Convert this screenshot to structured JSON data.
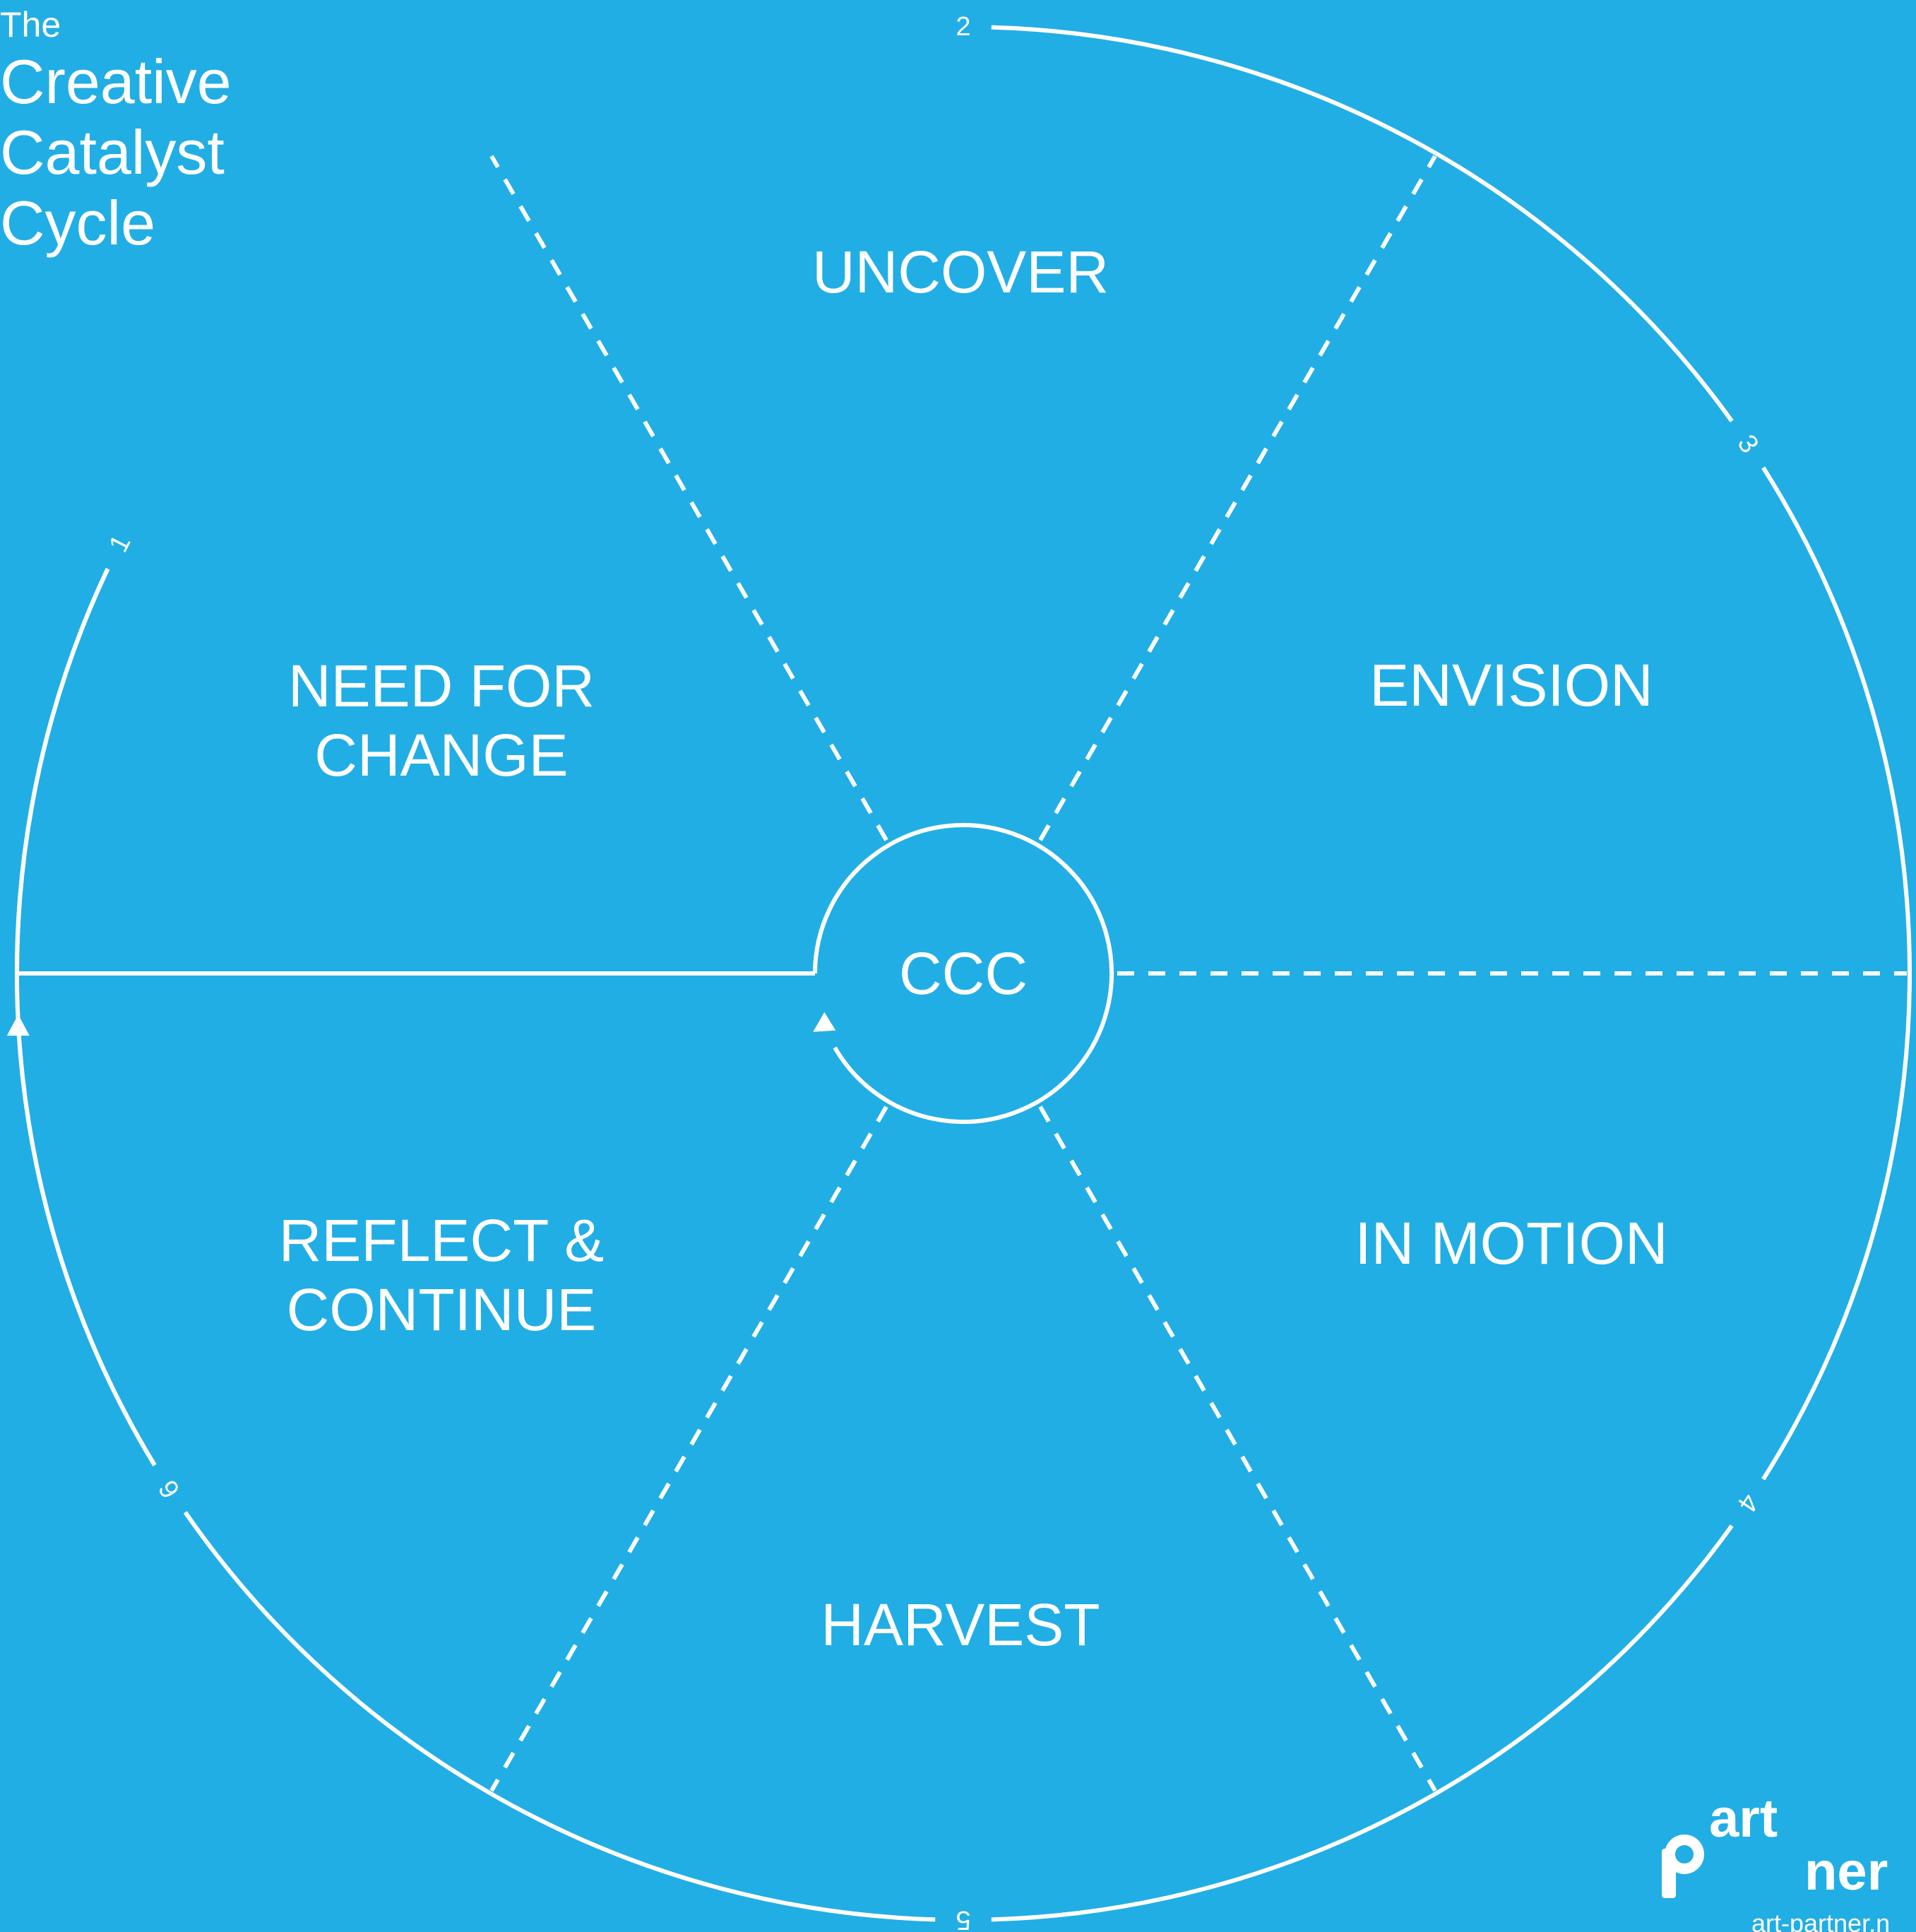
{
  "colors": {
    "background": "#21aee4",
    "foreground": "#ffffff"
  },
  "title": {
    "small": "The",
    "lines": [
      "Creative",
      "Catalyst",
      "Cycle"
    ]
  },
  "center_label": "CCC",
  "phases": [
    {
      "number": "1",
      "label": [
        "NEED FOR",
        "CHANGE"
      ]
    },
    {
      "number": "2",
      "label": [
        "UNCOVER"
      ]
    },
    {
      "number": "3",
      "label": [
        "ENVISION"
      ]
    },
    {
      "number": "4",
      "label": [
        "IN MOTION"
      ]
    },
    {
      "number": "5",
      "label": [
        "HARVEST"
      ]
    },
    {
      "number": "6",
      "label": [
        "REFLECT &",
        "CONTINUE"
      ]
    }
  ],
  "logo": {
    "text_art": "art",
    "text_ner": "ner",
    "url": "art-partner.n"
  }
}
